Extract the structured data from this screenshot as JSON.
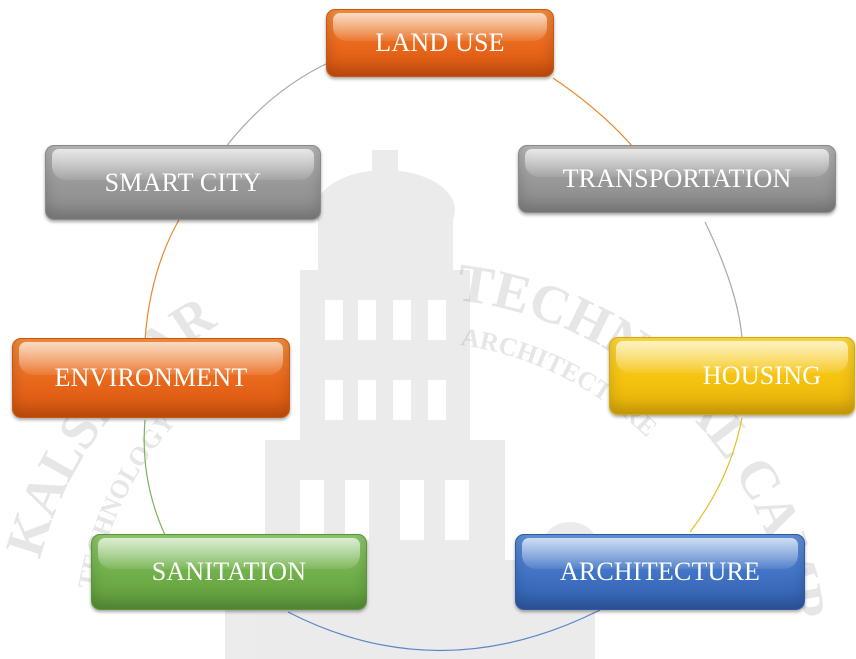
{
  "diagram": {
    "nodes": [
      {
        "id": "land-use",
        "label": "LAND USE",
        "color": "#e8671b"
      },
      {
        "id": "transportation",
        "label": "TRANSPORTATION",
        "color": "#979797"
      },
      {
        "id": "housing",
        "label": "HOUSING",
        "color": "#f4c20f"
      },
      {
        "id": "architecture",
        "label": "ARCHITECTURE",
        "color": "#3f72c3"
      },
      {
        "id": "sanitation",
        "label": "SANITATION",
        "color": "#6fae48"
      },
      {
        "id": "environment",
        "label": "ENVIRONMENT",
        "color": "#e8671b"
      },
      {
        "id": "smart-city",
        "label": "SMART CITY",
        "color": "#979797"
      }
    ]
  },
  "watermark": {
    "arc_left": "KALSEKAR",
    "arc_left_small": "TECHNOLOGY",
    "arc_right": "TECHNICAL CAMPUS",
    "arc_right_small": "ARCHITECTURE"
  }
}
